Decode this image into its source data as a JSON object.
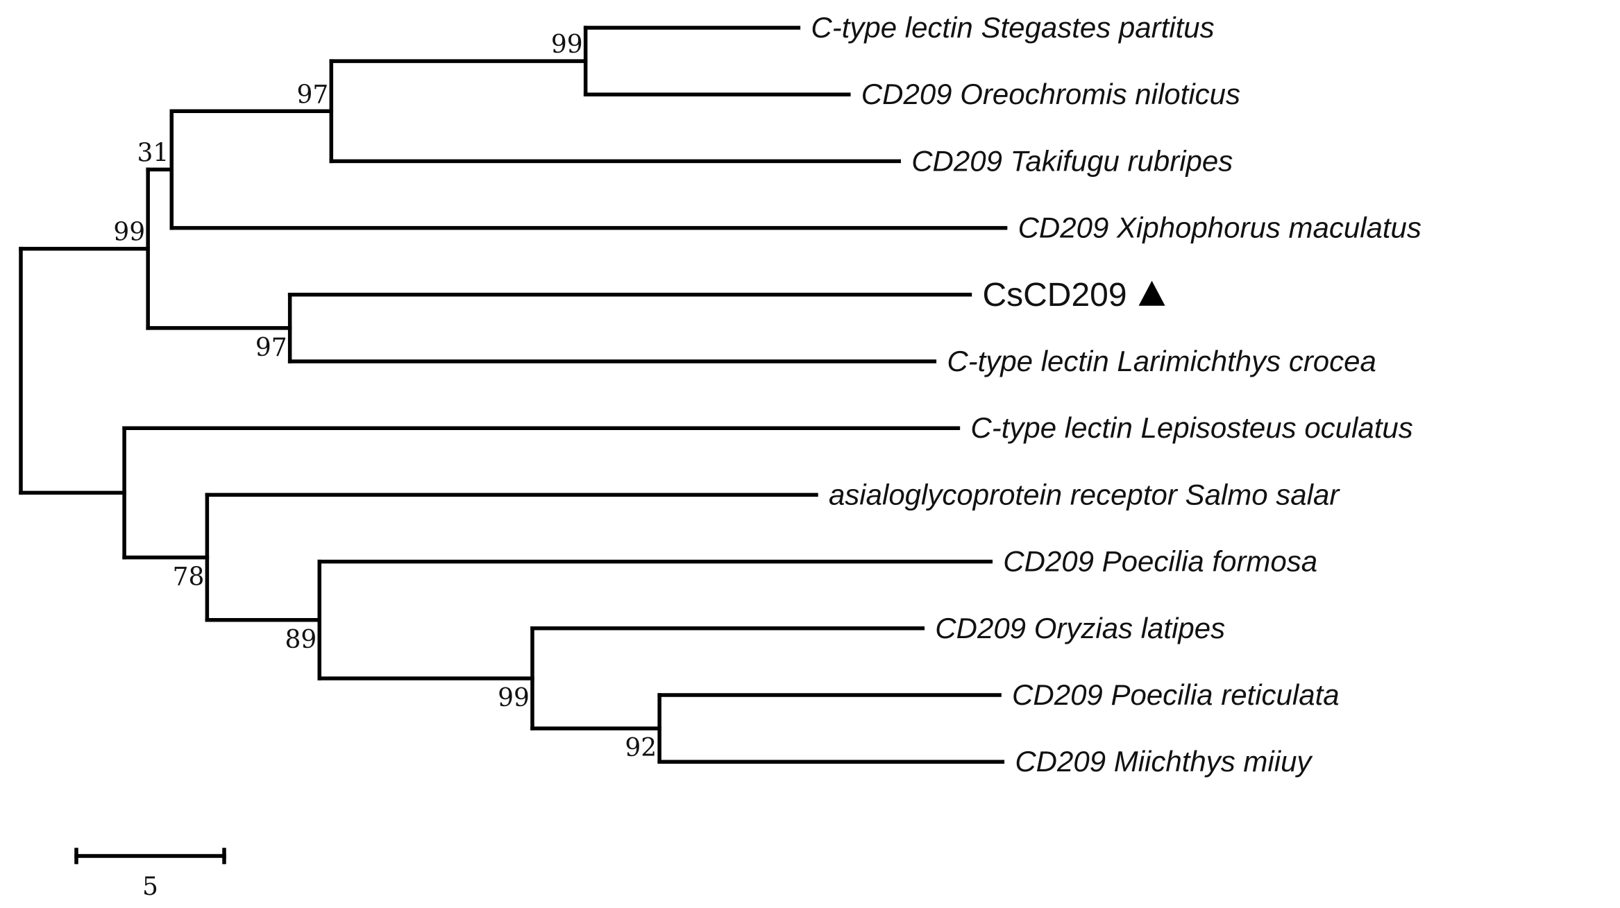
{
  "tree": {
    "type": "phylogenetic-tree",
    "leaves": [
      {
        "id": "L1",
        "label": "C-type lectin Stegastes partitus",
        "depth": 26.3
      },
      {
        "id": "L2",
        "label": "CD209 Oreochromis niloticus",
        "depth": 28.0
      },
      {
        "id": "L3",
        "label": "CD209 Takifugu rubripes",
        "depth": 29.7
      },
      {
        "id": "L4",
        "label": "CD209 Xiphophorus maculatus",
        "depth": 33.3
      },
      {
        "id": "L5",
        "label": "CsCD209",
        "depth": 32.1,
        "highlight": true,
        "marker": "triangle-up"
      },
      {
        "id": "L6",
        "label": "C-type lectin Larimichthys crocea",
        "depth": 30.9
      },
      {
        "id": "L7",
        "label": "C-type lectin Lepisosteus oculatus",
        "depth": 31.7
      },
      {
        "id": "L8",
        "label": "asialoglycoprotein receptor Salmo salar",
        "depth": 26.9
      },
      {
        "id": "L9",
        "label": "CD209 Poecilia formosa",
        "depth": 32.8
      },
      {
        "id": "L10",
        "label": "CD209 Oryzias latipes",
        "depth": 30.5
      },
      {
        "id": "L11",
        "label": "CD209 Poecilia reticulata",
        "depth": 33.1
      },
      {
        "id": "L12",
        "label": "CD209 Miichthys miiuy",
        "depth": 33.2
      }
    ],
    "nodes": [
      {
        "id": "root",
        "depth": 0.0,
        "children": [
          "nB",
          "nI"
        ],
        "support": ""
      },
      {
        "id": "nB",
        "depth": 4.3,
        "children": [
          "nC",
          "nG"
        ],
        "support": "99",
        "support_pos": "above-left"
      },
      {
        "id": "nC",
        "depth": 5.1,
        "children": [
          "nD",
          "L4"
        ],
        "support": "31",
        "support_pos": "above-left"
      },
      {
        "id": "nD",
        "depth": 10.5,
        "children": [
          "nE",
          "L3"
        ],
        "support": "97",
        "support_pos": "above-left"
      },
      {
        "id": "nE",
        "depth": 19.1,
        "children": [
          "L1",
          "L2"
        ],
        "support": "99",
        "support_pos": "above-left"
      },
      {
        "id": "nG",
        "depth": 9.1,
        "children": [
          "L5",
          "L6"
        ],
        "support": "97",
        "support_pos": "below-left"
      },
      {
        "id": "nI",
        "depth": 3.5,
        "children": [
          "L7",
          "nJ"
        ],
        "support": ""
      },
      {
        "id": "nJ",
        "depth": 6.3,
        "children": [
          "L8",
          "nK"
        ],
        "support": "78",
        "support_pos": "below-left"
      },
      {
        "id": "nK",
        "depth": 10.1,
        "children": [
          "L9",
          "nL"
        ],
        "support": "89",
        "support_pos": "below-left"
      },
      {
        "id": "nL",
        "depth": 17.3,
        "children": [
          "L10",
          "nM"
        ],
        "support": "99",
        "support_pos": "below-left"
      },
      {
        "id": "nM",
        "depth": 21.6,
        "children": [
          "L11",
          "L12"
        ],
        "support": "92",
        "support_pos": "below-left"
      }
    ]
  },
  "scale_bar": {
    "length": 5,
    "label": "5"
  }
}
